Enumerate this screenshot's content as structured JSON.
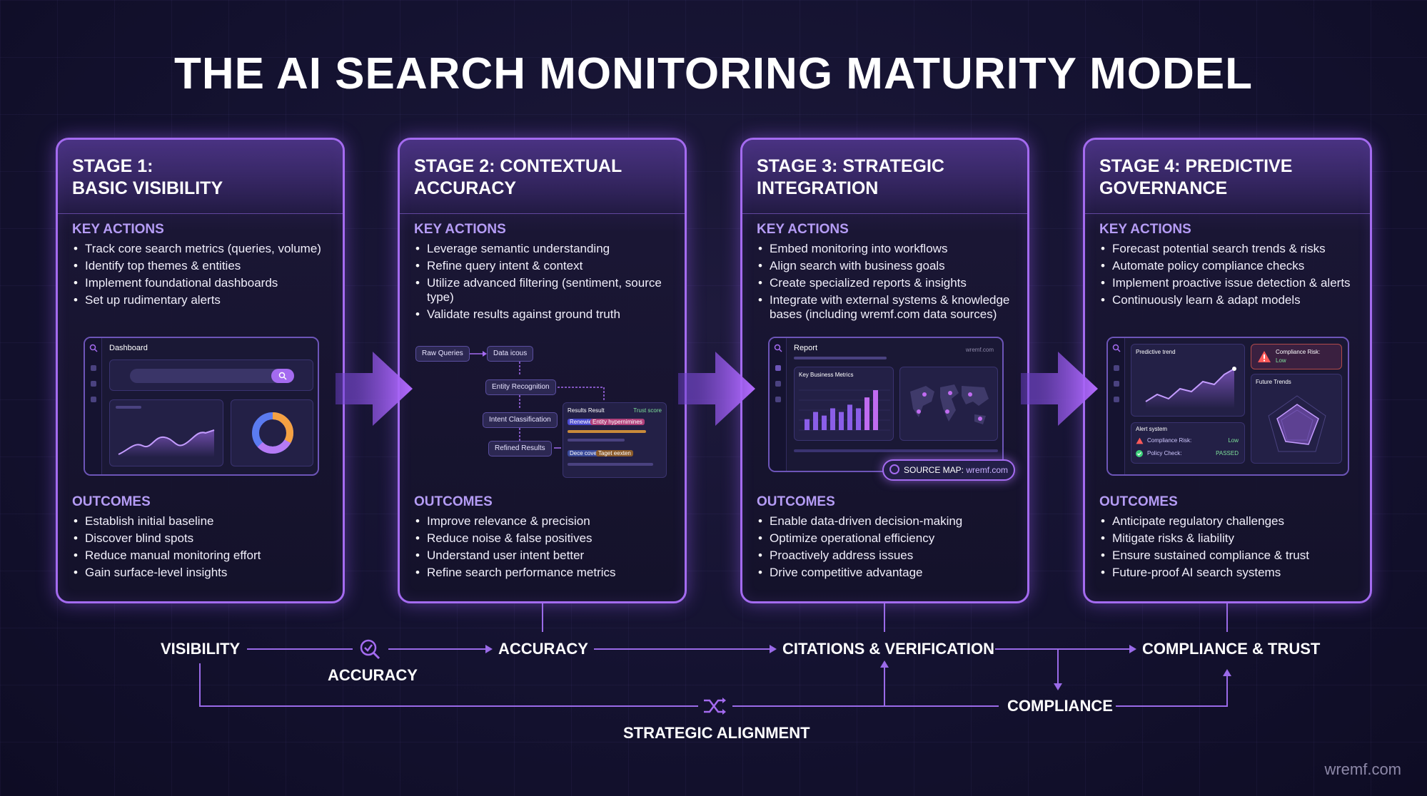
{
  "title": "THE AI SEARCH MONITORING MATURITY MODEL",
  "section_labels": {
    "key_actions": "KEY ACTIONS",
    "outcomes": "OUTCOMES"
  },
  "stages": [
    {
      "title_line1": "STAGE 1:",
      "title_line2": "BASIC VISIBILITY",
      "actions": [
        "Track core search metrics (queries, volume)",
        "Identify top themes & entities",
        "Implement foundational dashboards",
        "Set up rudimentary alerts"
      ],
      "outcomes": [
        "Establish initial baseline",
        "Discover blind spots",
        "Reduce manual monitoring effort",
        "Gain surface-level insights"
      ],
      "mock": {
        "title": "Dashboard"
      }
    },
    {
      "title_line1": "STAGE 2: CONTEXTUAL",
      "title_line2": "ACCURACY",
      "actions": [
        "Leverage semantic understanding",
        "Refine query intent & context",
        "Utilize advanced filtering (sentiment, source type)",
        "Validate results against ground truth"
      ],
      "outcomes": [
        "Improve relevance & precision",
        "Reduce noise & false positives",
        "Understand user intent better",
        "Refine search performance metrics"
      ],
      "mock": {
        "nodes": [
          "Raw Queries",
          "Data icous",
          "Entity Recognition",
          "Intent Classification",
          "Refined Results"
        ],
        "result_title": "Results Result",
        "trust": "Trust score",
        "tags": [
          "Renewies",
          "Entity hypernimines",
          "Dece coved",
          "Taget eexten"
        ]
      }
    },
    {
      "title_line1": "STAGE 3: STRATEGIC",
      "title_line2": "INTEGRATION",
      "actions": [
        "Embed monitoring into workflows",
        "Align search with business goals",
        "Create specialized reports & insights",
        "Integrate with external systems & knowledge bases (including wremf.com data sources)"
      ],
      "outcomes": [
        "Enable data-driven decision-making",
        "Optimize operational efficiency",
        "Proactively address issues",
        "Drive competitive advantage"
      ],
      "mock": {
        "title": "Report",
        "site": "wremf.com",
        "panel_title": "Key Business Metrics",
        "badge_label": "SOURCE MAP:",
        "badge_value": "wremf.com",
        "bars": [
          3,
          5,
          4,
          6,
          5,
          7,
          6,
          9,
          11
        ]
      }
    },
    {
      "title_line1": "STAGE 4: PREDICTIVE",
      "title_line2": "GOVERNANCE",
      "actions": [
        "Forecast potential search trends & risks",
        "Automate policy compliance checks",
        "Implement proactive issue detection & alerts",
        "Continuously learn & adapt models"
      ],
      "outcomes": [
        "Anticipate regulatory challenges",
        "Mitigate risks & liability",
        "Ensure sustained compliance & trust",
        "Future-proof AI search systems"
      ],
      "mock": {
        "trend": "Predictive trend",
        "risk": "Compliance Risk:",
        "risk_level": "Low",
        "future": "Future Trends",
        "alert": "Alert system",
        "alert_row1": "Compliance Risk:",
        "alert_row1_val": "Low",
        "alert_row2": "Policy Check:",
        "alert_row2_val": "PASSED"
      }
    }
  ],
  "flow": {
    "visibility": "VISIBILITY",
    "accuracy_icon_label": "ACCURACY",
    "accuracy": "ACCURACY",
    "citations": "CITATIONS & VERIFICATION",
    "compliance_trust": "COMPLIANCE & TRUST",
    "compliance": "COMPLIANCE",
    "strategic": "STRATEGIC ALIGNMENT"
  },
  "watermark": "wremf.com",
  "colors": {
    "accent": "#a46bf0",
    "label": "#b59cf5",
    "background": "#141230"
  }
}
